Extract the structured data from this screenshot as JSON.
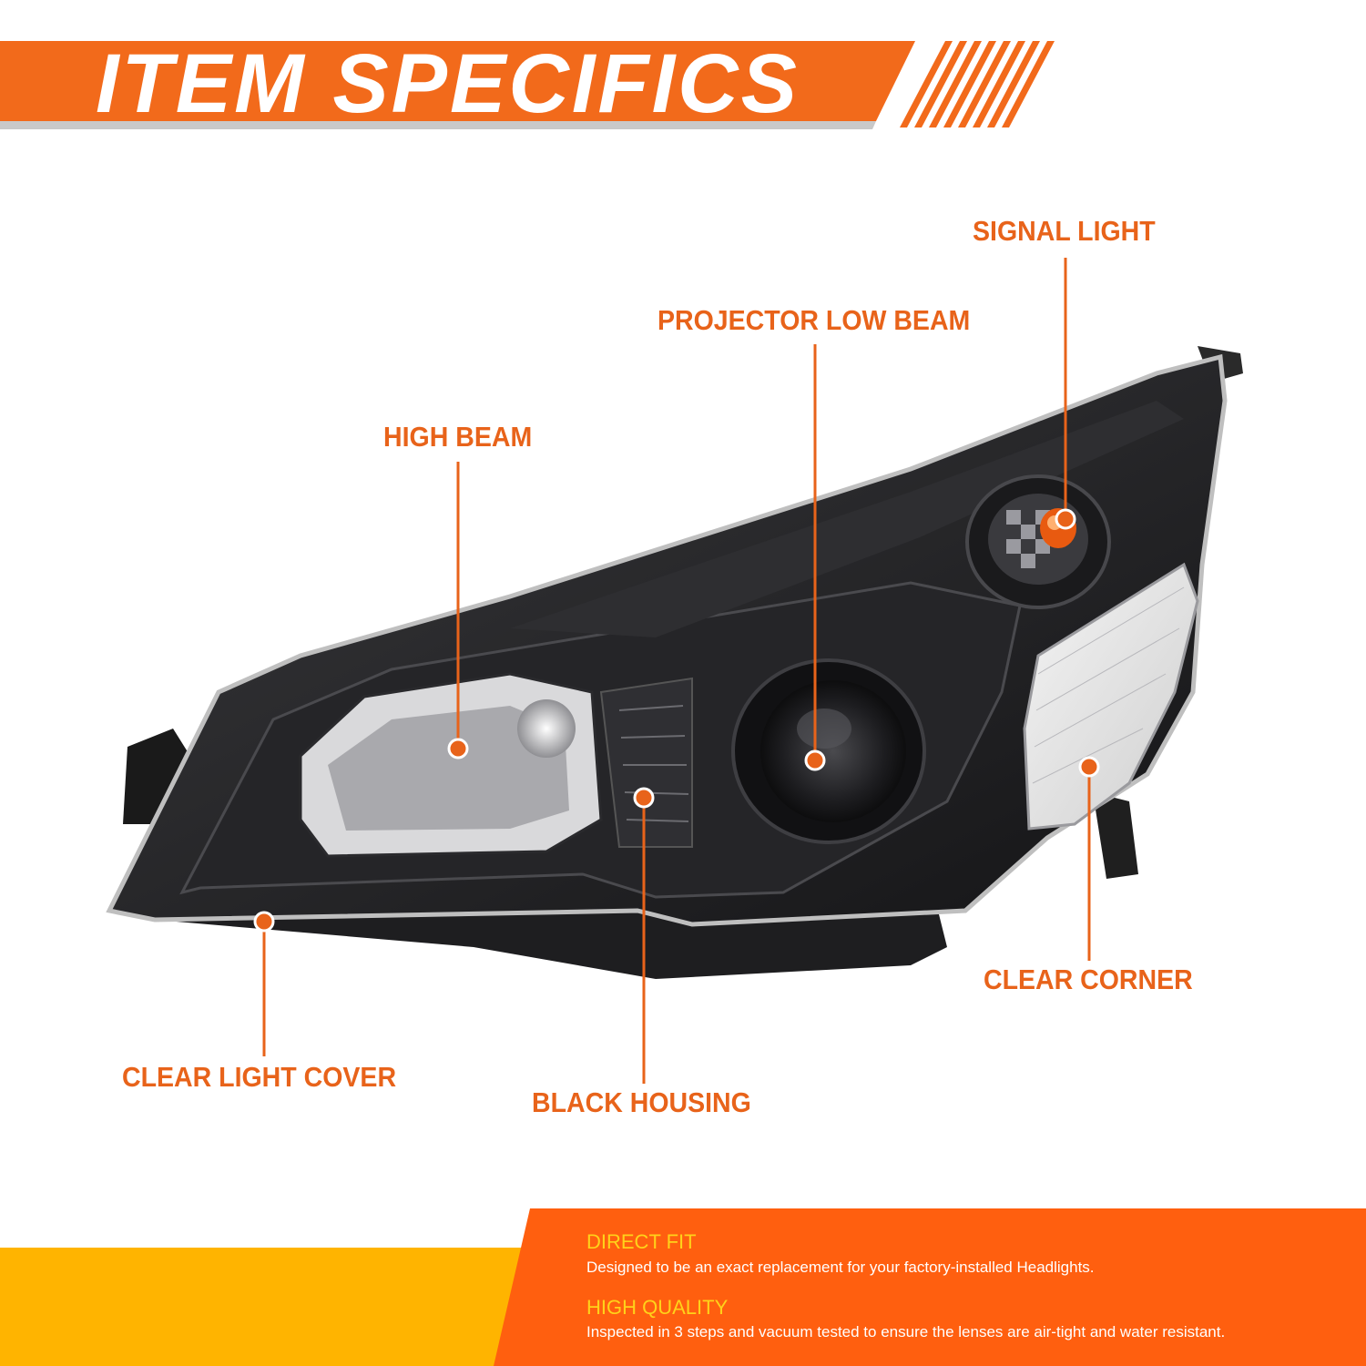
{
  "banner": {
    "title": "ITEM SPECIFICS",
    "color": "#f26a1b"
  },
  "callouts": [
    {
      "id": "signal-light",
      "label": "SIGNAL LIGHT"
    },
    {
      "id": "projector-low-beam",
      "label": "PROJECTOR LOW BEAM"
    },
    {
      "id": "high-beam",
      "label": "HIGH BEAM"
    },
    {
      "id": "clear-corner",
      "label": "CLEAR CORNER"
    },
    {
      "id": "clear-light-cover",
      "label": "CLEAR LIGHT COVER"
    },
    {
      "id": "black-housing",
      "label": "BLACK HOUSING"
    }
  ],
  "features": [
    {
      "title": "DIRECT FIT",
      "text": "Designed to be an exact replacement for your factory-installed Headlights."
    },
    {
      "title": "HIGH QUALITY",
      "text": "Inspected in 3 steps and vacuum tested to ensure the lenses are air-tight and water resistant."
    }
  ],
  "colors": {
    "accent": "#e8631a",
    "banner": "#f26a1b",
    "footer": "#ff5f0f",
    "footer_yellow": "#ffb400",
    "feature_title": "#ffd21a",
    "housing": "#1b1b1d"
  }
}
